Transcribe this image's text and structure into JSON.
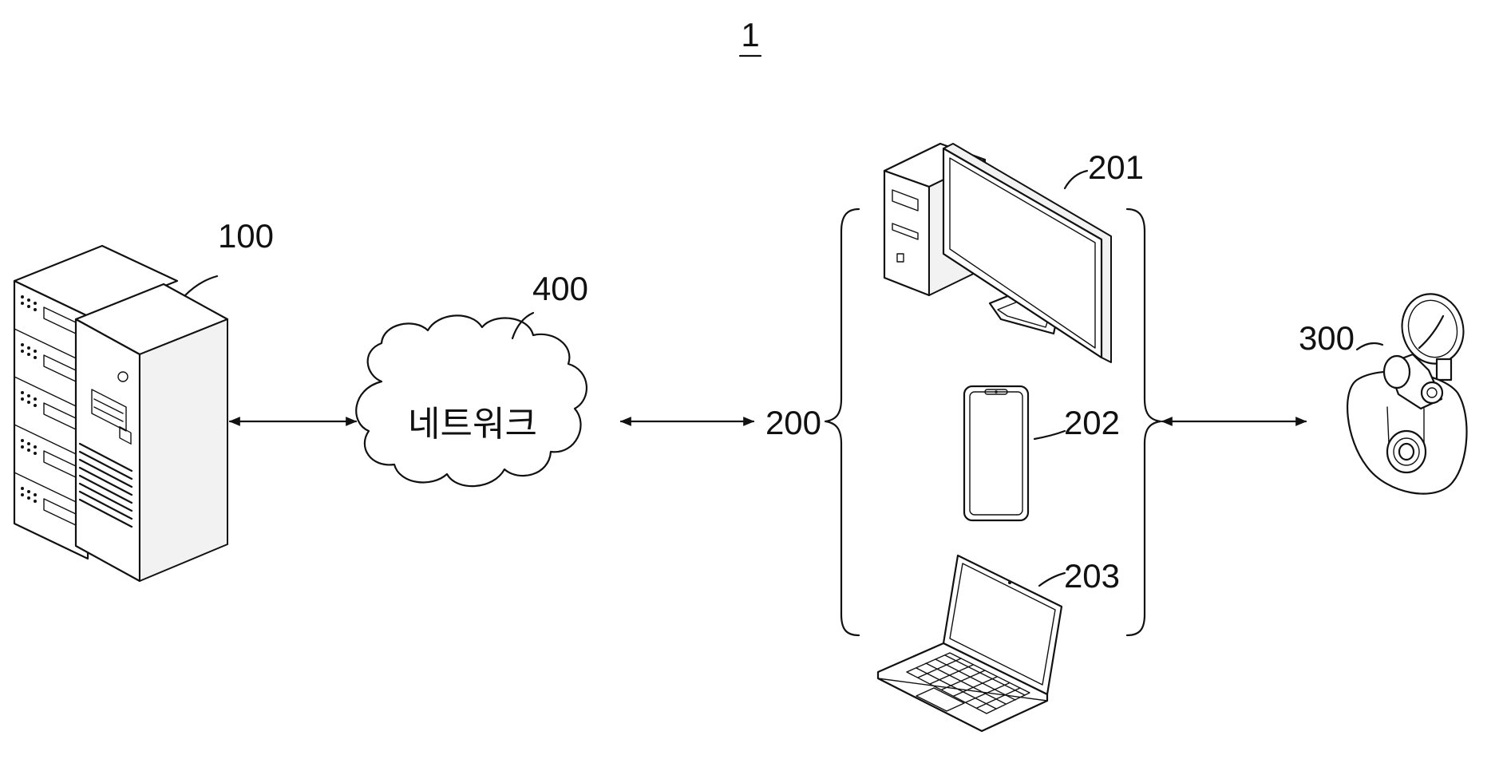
{
  "figure_number": "1",
  "labels": {
    "server": "100",
    "network": "400",
    "network_text": "네트워크",
    "user_devices": "200",
    "desktop": "201",
    "smartphone": "202",
    "laptop": "203",
    "camera": "300"
  }
}
